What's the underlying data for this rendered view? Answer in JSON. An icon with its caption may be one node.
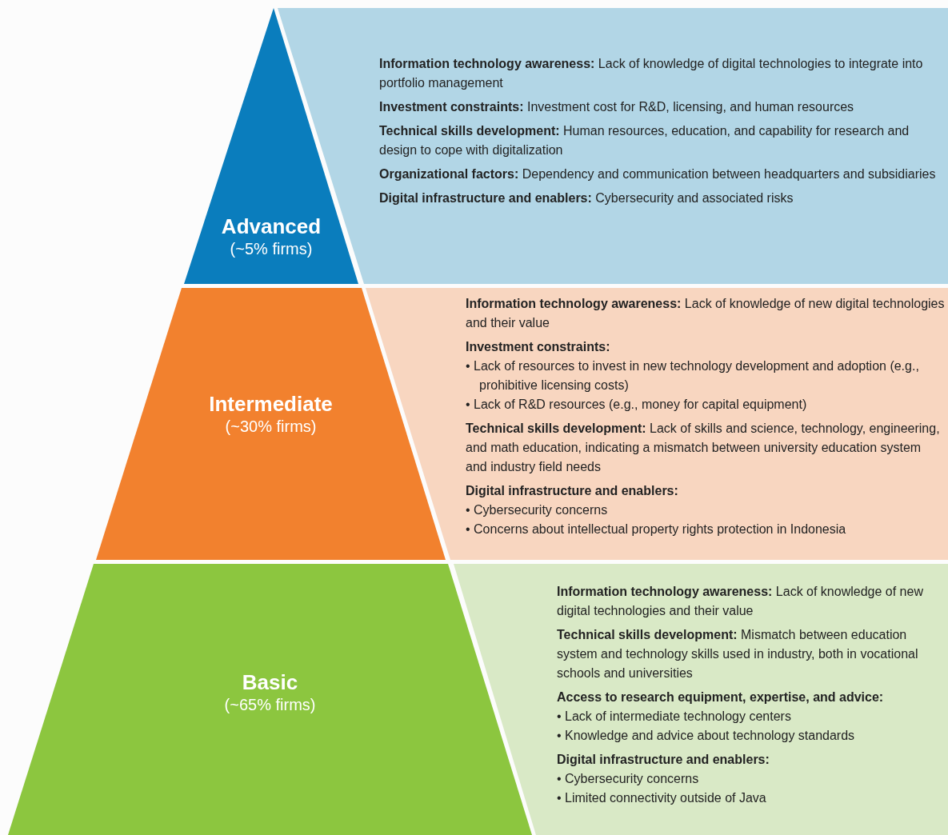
{
  "diagram": {
    "nodes": [
      {
        "text": [
          "Advanced",
          "(~5% firms)"
        ]
      },
      {
        "text": [
          "**Information technology awareness:** Lack of knowledge of digital technologies to integrate into portfolio management",
          "**Investment constraints:** Investment cost for R&D, licensing, and human resources",
          "**Technical skills development:** Human resources, education, and capability for research and design to cope with digitalization",
          "**Organizational factors:** Dependency and communication between headquarters and subsidiaries",
          "**Digital infrastructure and enablers:** Cybersecurity and associated risks"
        ]
      },
      {
        "text": [
          "Intermediate",
          "(~30% firms)"
        ]
      },
      {
        "text": [
          "**Information technology awareness:** Lack of knowledge of new digital technologies and their value",
          "Investment constraints:",
          "• Lack of resources to invest in new technology development and adoption (e.g., prohibitive licensing costs)",
          "• Lack of R&D resources (e.g., money for capital equipment)",
          "**Technical skills development:** Lack of skills and science, technology, engineering, and math education, indicating a mismatch between university education system and industry field needs",
          "Digital infrastructure and enablers:",
          "• Cybersecurity concerns",
          "• Concerns about intellectual property rights protection in Indonesia"
        ]
      },
      {
        "text": [
          "Basic",
          "(~65% firms)"
        ]
      },
      {
        "text": [
          "**Information technology awareness:** Lack of knowledge of new digital technologies and their value",
          "**Technical skills development:** Mismatch between education system and technology skills used in industry, both in vocational schools and universities",
          "Access to research equipment, expertise, and advice:",
          "• Lack of intermediate technology centers",
          "• Knowledge and advice about technology standards",
          "Digital infrastructure and enablers:",
          "• Cybersecurity concerns",
          "• Limited connectivity outside of Java"
        ]
      }
    ]
  }
}
